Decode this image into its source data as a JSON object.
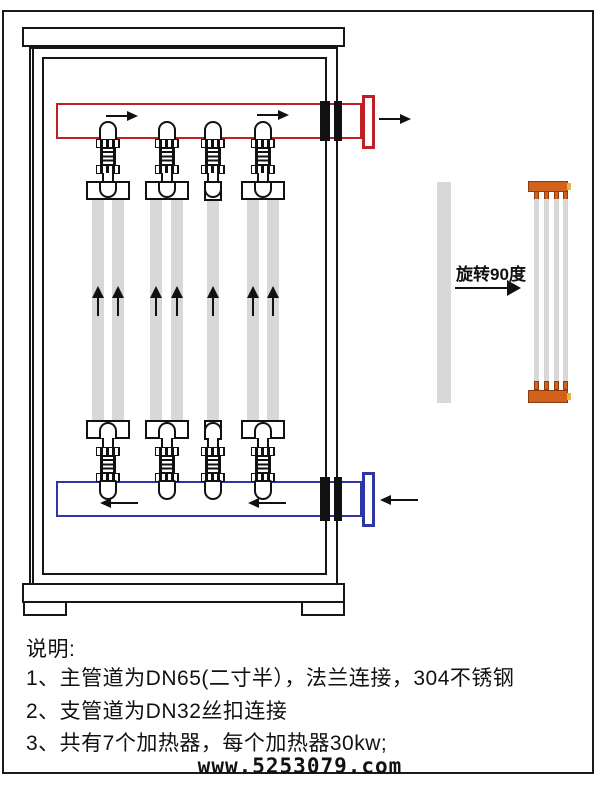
{
  "rotation_label": "旋转90度",
  "notes": {
    "heading": "说明:",
    "items": [
      "1、主管道为DN65(二寸半），法兰连接，304不锈钢",
      "2、支管道为DN32丝扣连接",
      "3、共有7个加热器，每个加热器30kw;"
    ]
  },
  "watermark": "www.5253079.com",
  "diagram": {
    "heater_total": 7,
    "heater_tubes_per_column": [
      2,
      2,
      1,
      2
    ]
  },
  "colors": {
    "red": "#bf2026",
    "blue": "#2e35a5",
    "gray": "#d8d8d8",
    "orange": "#d2611c",
    "orangedark": "#8c3c10",
    "yellow": "#e6b63c"
  }
}
